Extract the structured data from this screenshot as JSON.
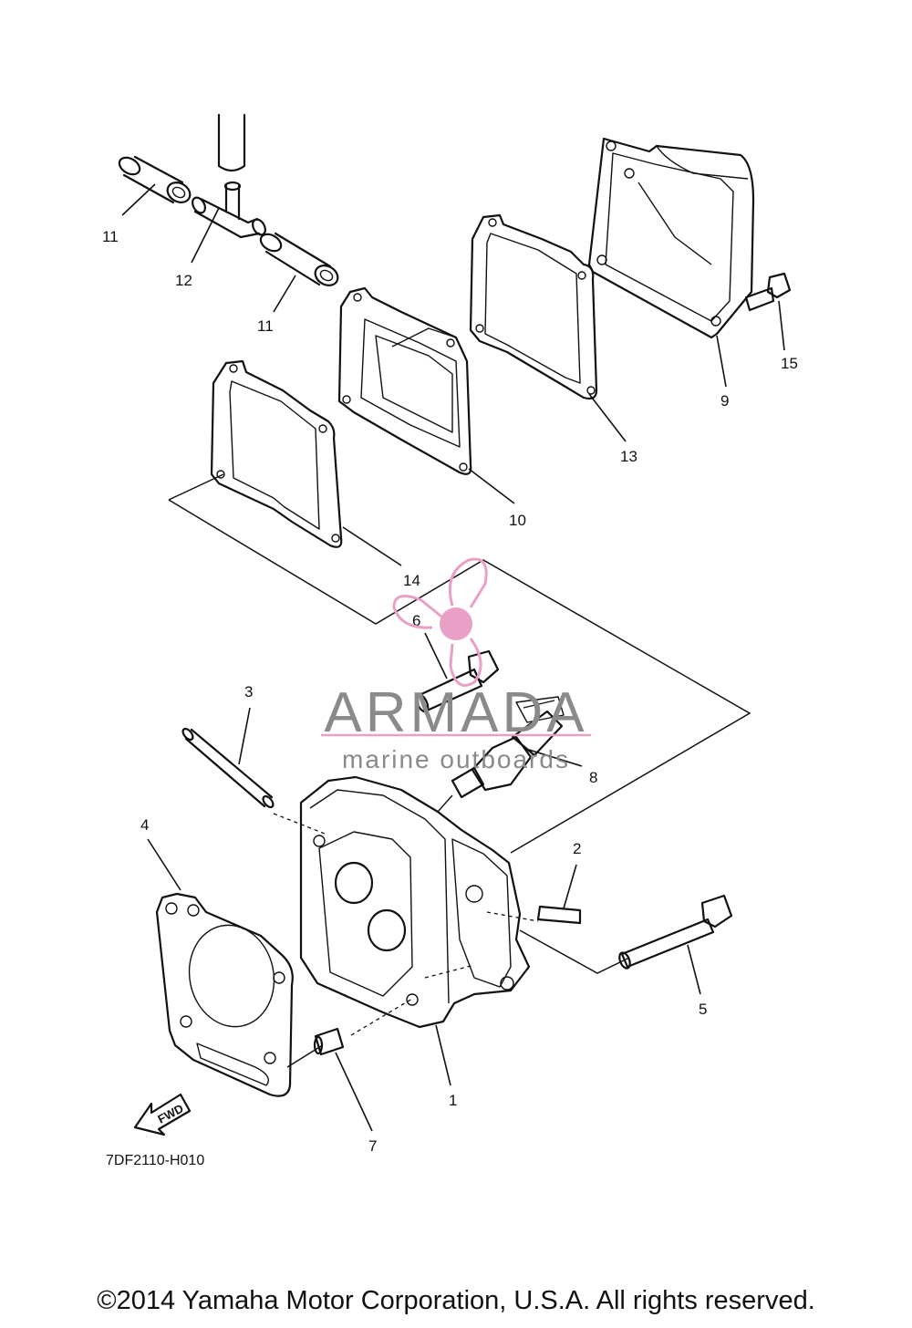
{
  "diagram": {
    "parts": [
      {
        "id": "1",
        "label": "1"
      },
      {
        "id": "2",
        "label": "2"
      },
      {
        "id": "3",
        "label": "3"
      },
      {
        "id": "4",
        "label": "4"
      },
      {
        "id": "5",
        "label": "5"
      },
      {
        "id": "6",
        "label": "6"
      },
      {
        "id": "7",
        "label": "7"
      },
      {
        "id": "8",
        "label": "8"
      },
      {
        "id": "9",
        "label": "9"
      },
      {
        "id": "10",
        "label": "10"
      },
      {
        "id": "11a",
        "label": "11"
      },
      {
        "id": "11b",
        "label": "11"
      },
      {
        "id": "12",
        "label": "12"
      },
      {
        "id": "13",
        "label": "13"
      },
      {
        "id": "14",
        "label": "14"
      },
      {
        "id": "15",
        "label": "15"
      }
    ],
    "fwd_label": "FWD",
    "code": "7DF2110-H010"
  },
  "watermark": {
    "brand": "ARMADA",
    "tagline": "marine outboards",
    "color": "#e9a0c6"
  },
  "footer": {
    "copyright": "©2014 Yamaha Motor Corporation, U.S.A. All rights reserved."
  }
}
